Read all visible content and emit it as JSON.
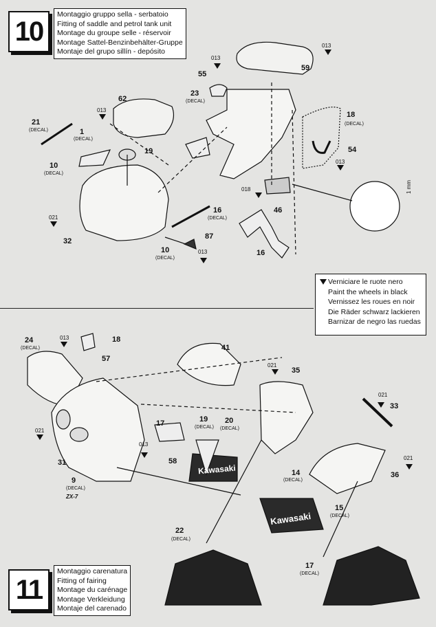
{
  "step10": {
    "number": "10",
    "title_lines": [
      "Montaggio gruppo sella - serbatoio",
      "Fitting of saddle and petrol tank unit",
      "Montage du groupe selle - réservoir",
      "Montage Sattel-Benzinbehälter-Gruppe",
      "Montaje del grupo sillín - depósito"
    ]
  },
  "step11": {
    "number": "11",
    "title_lines": [
      "Montaggio carenatura",
      "Fitting of fairing",
      "Montage du carénage",
      "Montage Verkleidung",
      "Montaje del carenado"
    ]
  },
  "legend": {
    "lines": [
      "Verniciare le ruote nero",
      "Paint the wheels in black",
      "Vernissez les roues en noir",
      "Die Räder schwarz lackieren",
      "Barnizar de negro las ruedas"
    ]
  },
  "labels": {
    "p55": "55",
    "c013_a": "013",
    "p23": "23",
    "decal": "(DECAL)",
    "p62": "62",
    "c013_b": "013",
    "p21": "21",
    "p1": "1",
    "p19": "19",
    "p10a": "10",
    "c013_c": "013",
    "p59": "59",
    "p18a": "18",
    "p54": "54",
    "c013_d": "013",
    "c018": "018",
    "p46": "46",
    "mm": "1 mm",
    "c021_a": "021",
    "p32": "32",
    "p16a": "16",
    "p87": "87",
    "p10b": "10",
    "c013_e": "013",
    "p16b": "16",
    "p24": "24",
    "c013_f": "013",
    "p18b": "18",
    "p57": "57",
    "p41": "41",
    "c021_b": "021",
    "p35": "35",
    "c021_c": "021",
    "p33": "33",
    "p17a": "17",
    "c013_g": "013",
    "p58": "58",
    "p19b": "19",
    "p20": "20",
    "p31": "31",
    "p9": "9",
    "c021_d": "021",
    "p14": "14",
    "p36": "36",
    "p15": "15",
    "c021_e": "021",
    "p22": "22",
    "p17b": "17",
    "kawasaki": "Kawasaki",
    "zx7r": "ZX-7"
  }
}
